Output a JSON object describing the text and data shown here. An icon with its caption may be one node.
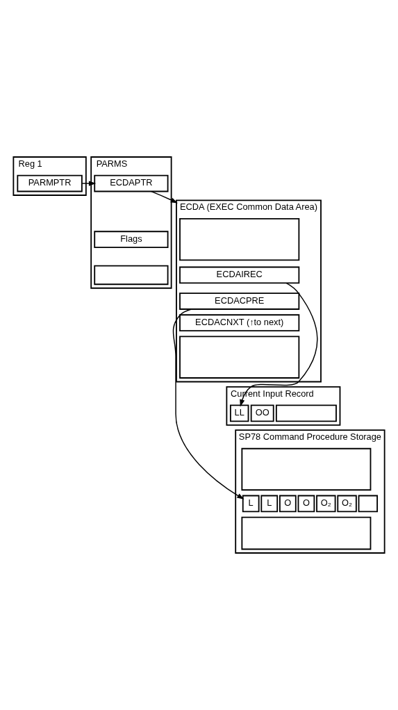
{
  "diagram": {
    "nodes": [
      {
        "text": [
          "Reg 1"
        ]
      },
      {
        "text": [
          "PARMPTR"
        ],
        "in": 0
      },
      {
        "text": [
          "PARMS"
        ]
      },
      {
        "text": [
          "ECDAPTR"
        ],
        "in": 2
      },
      {
        "text": [
          "Flags"
        ],
        "in": 2
      },
      {
        "text": [],
        "shape": "box",
        "in": 2
      },
      {
        "text": [
          "ECDA (EXEC Common Data Area)"
        ]
      },
      {
        "text": [],
        "shape": "box",
        "in": 6
      },
      {
        "text": [
          "ECDAIREC"
        ],
        "in": 6
      },
      {
        "text": [
          "ECDACPRE"
        ],
        "in": 6
      },
      {
        "text": [
          "ECDACNXT (↑to next)"
        ],
        "in": 6
      },
      {
        "text": [],
        "shape": "box",
        "in": 6
      },
      {
        "text": [
          "Current Input Record"
        ]
      },
      {
        "text": [
          "LL"
        ],
        "in": 12
      },
      {
        "text": [
          "OO"
        ],
        "in": 12
      },
      {
        "text": [],
        "shape": "box",
        "in": 12
      },
      {
        "text": [
          "SP78 Command Procedure Storage"
        ]
      },
      {
        "text": [],
        "shape": "box",
        "in": 16
      },
      {
        "text": [
          "L"
        ],
        "in": 16
      },
      {
        "text": [
          "L"
        ],
        "in": 16
      },
      {
        "text": [
          "O"
        ],
        "in": 16
      },
      {
        "text": [
          "O"
        ],
        "in": 16
      },
      {
        "text": [
          "O₂"
        ],
        "in": 16
      },
      {
        "text": [
          "O₂"
        ],
        "in": 16
      },
      {
        "text": [],
        "shape": "box",
        "in": 16
      },
      {
        "text": [],
        "shape": "box",
        "in": 16
      }
    ],
    "edges": [
      {
        "from": 1,
        "to": 3,
        "arrow": "to"
      },
      {
        "from": 3,
        "to": 6,
        "arrow": "to"
      },
      {
        "from": 8,
        "to": 13,
        "arrow": "to"
      },
      {
        "from": 9,
        "to": 18,
        "arrow": "to"
      }
    ]
  }
}
